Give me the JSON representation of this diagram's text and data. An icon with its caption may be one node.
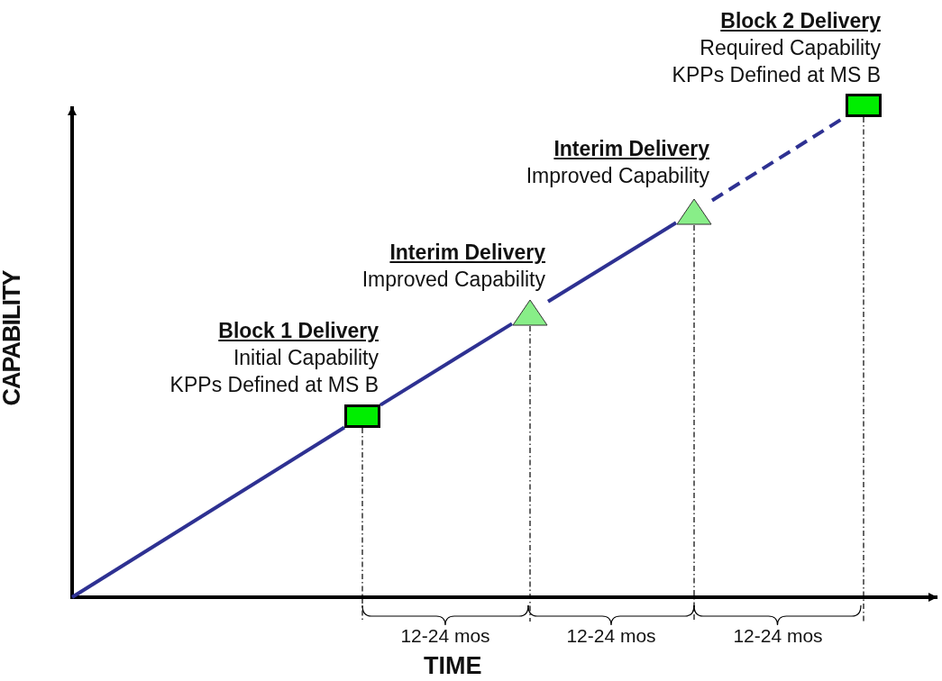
{
  "diagram": {
    "nodes": [
      {
        "text": [],
        "shape": "box",
        "beside": [
          "Block 1 Delivery",
          "Initial Capability",
          "KPPs Defined at MS B"
        ]
      },
      {
        "text": [],
        "shape": "triangle",
        "beside": [
          "Interim Delivery",
          "Improved Capability"
        ]
      },
      {
        "text": [],
        "shape": "triangle",
        "beside": [
          "Interim Delivery",
          "Improved Capability"
        ]
      },
      {
        "text": [],
        "shape": "box",
        "beside": [
          "Block 2 Delivery",
          "Required Capability",
          "KPPs Defined at MS B"
        ]
      }
    ],
    "edges": [
      {
        "from": null,
        "to": 0,
        "arrow": "none"
      },
      {
        "from": 0,
        "to": 1,
        "arrow": "none"
      },
      {
        "from": 1,
        "to": 2,
        "arrow": "none"
      },
      {
        "from": 2,
        "to": 3,
        "arrow": "none",
        "style": "dashed"
      }
    ],
    "labels": [
      "CAPABILITY",
      "12-24 mos",
      "12-24 mos",
      "12-24 mos",
      "TIME"
    ]
  }
}
